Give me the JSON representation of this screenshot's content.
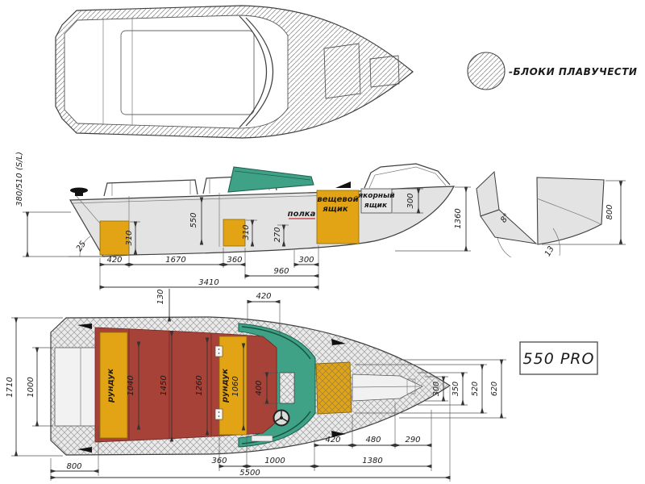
{
  "legend": {
    "label": "-БЛОКИ ПЛАВУЧЕСТИ"
  },
  "badge": {
    "model": "550 PRO"
  },
  "side_view": {
    "labels": {
      "storage_box_line1": "вещевой",
      "storage_box_line2": "ящик",
      "anchor_box_line1": "якорный",
      "anchor_box_line2": "ящик",
      "shelf": "полка"
    },
    "dims": {
      "transom_height": "380/510 (S/L)",
      "cockpit_depth": "550",
      "locker_aft_height": "310",
      "locker_mid_height": "310",
      "shelf_height": "270",
      "anchor_box_height": "300",
      "bow_height": "1360",
      "seg_420": "420",
      "seg_1670": "1670",
      "seg_360": "360",
      "seg_960": "960",
      "seg_300": "300",
      "total_3410": "3410",
      "transom_angle": "25"
    }
  },
  "transom_section": {
    "dims": {
      "height_800": "800",
      "bottom_angle": "8°",
      "side_angle": "13"
    }
  },
  "plan_view": {
    "labels": {
      "locker_aft": "рундук",
      "locker_mid": "рундук"
    },
    "dims": {
      "beam_1710": "1710",
      "transom_1000": "1000",
      "stern_800": "800",
      "gunwale_130": "130",
      "windshield_420": "420",
      "locker_aft_1040": "1040",
      "floor_1450": "1450",
      "floor_1260": "1260",
      "locker_mid_1060": "1060",
      "console_400": "400",
      "bow_300": "300",
      "bow_350": "350",
      "bow_520": "520",
      "bow_620": "620",
      "deck_420": "420",
      "deck_480": "480",
      "deck_290": "290",
      "mid_360": "360",
      "mid_1000": "1000",
      "bow_1380": "1380",
      "total_5500": "5500"
    }
  },
  "colors": {
    "hull_gray": "#e3e3e3",
    "locker_yellow": "#e2a414",
    "floor_red": "#a64237",
    "deck_green": "#3fa287",
    "line_dark": "#3a3a3a"
  }
}
